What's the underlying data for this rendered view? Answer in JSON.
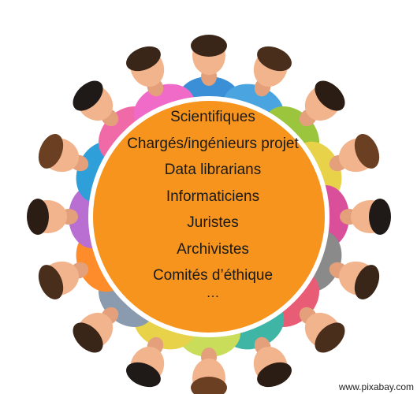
{
  "roles": [
    "Scientifiques",
    "Chargés/ingénieurs projet",
    "Data librarians",
    "Informaticiens",
    "Juristes",
    "Archivistes",
    "Comités d’éthique",
    "…"
  ],
  "credit": "www.pixabay.com",
  "colors": {
    "circle": "#f7941d",
    "circle_border": "#ffffff",
    "skin": "#f2b48c",
    "person_bodies": [
      "#3b8fd6",
      "#4aa4e0",
      "#9bc53d",
      "#e8d24a",
      "#d94f9a",
      "#8a8a8a",
      "#e85d75",
      "#3fb5a5",
      "#c9dd5a",
      "#e8d24a",
      "#8a9bb0",
      "#ff8c2a",
      "#b96fd1",
      "#2e9fd8",
      "#f06aa8",
      "#f06ac8"
    ]
  }
}
